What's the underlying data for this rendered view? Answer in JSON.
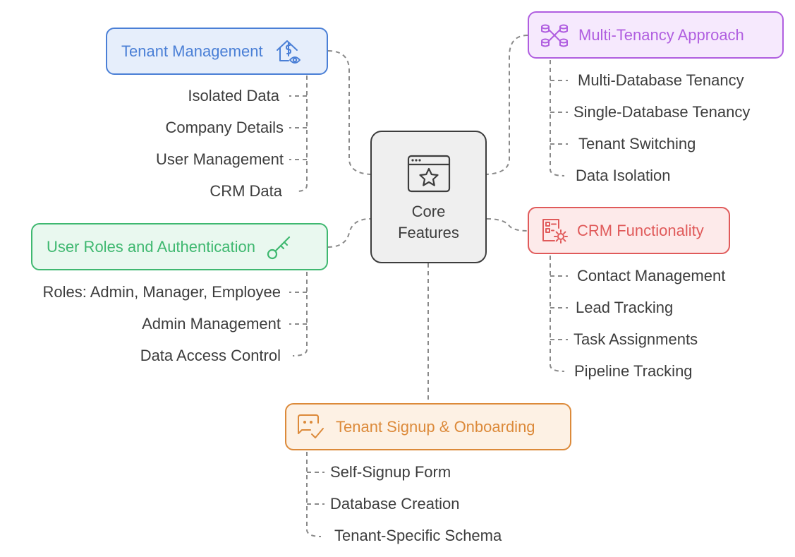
{
  "center": {
    "line1": "Core",
    "line2": "Features",
    "icon": "browser-star-icon"
  },
  "branches": {
    "tenant_management": {
      "title": "Tenant Management",
      "color": "#4a7fd6",
      "fill": "#e6eefb",
      "icon": "house-dollar-eye-icon",
      "items": [
        "Isolated Data",
        "Company Details",
        "User Management",
        "CRM Data"
      ]
    },
    "multi_tenancy": {
      "title": "Multi-Tenancy Approach",
      "color": "#b05ee0",
      "fill": "#f6e9fd",
      "icon": "database-network-icon",
      "items": [
        "Multi-Database Tenancy",
        "Single-Database Tenancy",
        "Tenant Switching",
        "Data Isolation"
      ]
    },
    "user_roles": {
      "title": "User Roles and Authentication",
      "color": "#3fb870",
      "fill": "#e9f8ef",
      "icon": "key-icon",
      "items": [
        "Roles: Admin, Manager, Employee",
        "Admin Management",
        "Data Access Control"
      ]
    },
    "crm": {
      "title": "CRM Functionality",
      "color": "#e05a5a",
      "fill": "#fdeaea",
      "icon": "document-gear-icon",
      "items": [
        "Contact Management",
        "Lead Tracking",
        "Task Assignments",
        "Pipeline Tracking"
      ]
    },
    "signup": {
      "title": "Tenant Signup & Onboarding",
      "color": "#dc8a3a",
      "fill": "#fdf1e4",
      "icon": "chat-check-icon",
      "items": [
        "Self-Signup Form",
        "Database Creation",
        "Tenant-Specific Schema"
      ]
    }
  }
}
